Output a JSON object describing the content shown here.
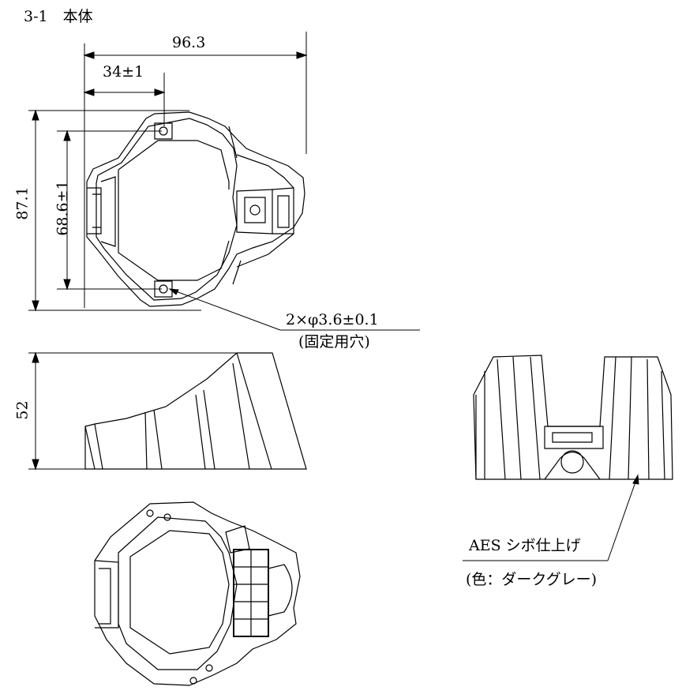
{
  "title": "3-1　本体",
  "dimensions": {
    "overall_width": "96.3",
    "hole_offset": "34±1",
    "overall_depth": "87.1",
    "hole_pitch": "68.6±1",
    "height": "52"
  },
  "holes": {
    "spec": "2×φ3.6±0.1",
    "purpose": "(固定用穴)"
  },
  "finish": {
    "spec": "AES シボ仕上げ",
    "color": "(色：ダークグレー)"
  }
}
